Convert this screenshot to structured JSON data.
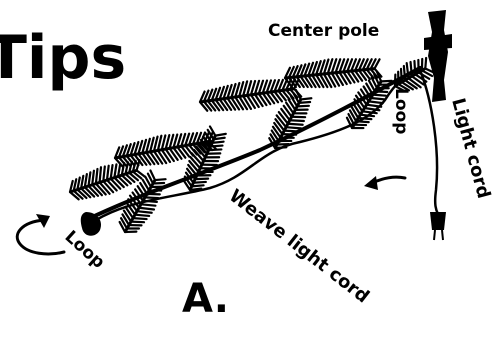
{
  "heading": {
    "text": "Tips"
  },
  "labels": {
    "center_pole": "Center pole",
    "loop_top": "Loop",
    "light_cord": "Light cord",
    "weave": "Weave light cord",
    "loop_left": "Loop",
    "figure": "A."
  },
  "colors": {
    "ink": "#000000",
    "background": "#ffffff"
  },
  "icons": [
    "center-pole-icon",
    "plug-icon",
    "bulb-icon",
    "arrow-left-icon",
    "loop-arrow-icon"
  ]
}
